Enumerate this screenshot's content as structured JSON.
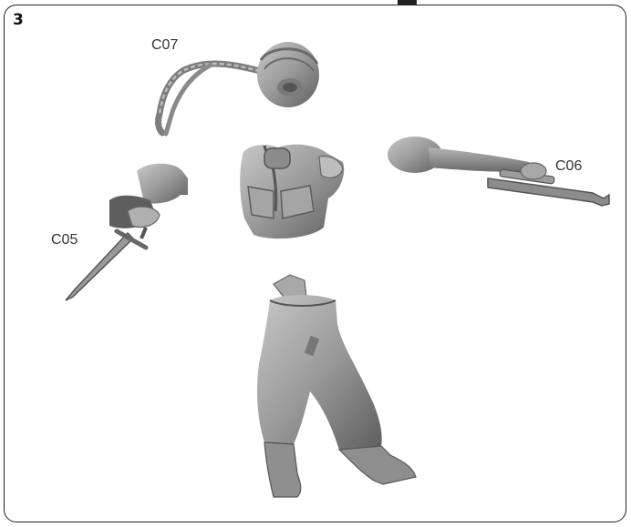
{
  "step": {
    "number": "3"
  },
  "parts": [
    {
      "code": "C07",
      "icon": "head-with-braid-icon"
    },
    {
      "code": "C06",
      "icon": "arm-with-rifle-icon"
    },
    {
      "code": "C05",
      "icon": "arm-with-knife-icon"
    },
    {
      "code": "",
      "icon": "torso-icon"
    },
    {
      "code": "",
      "icon": "legs-icon"
    }
  ],
  "colors": {
    "border": "#222222",
    "part": "#9a9a9a",
    "part_dark": "#5e5e5e",
    "part_light": "#c8c8c8"
  }
}
